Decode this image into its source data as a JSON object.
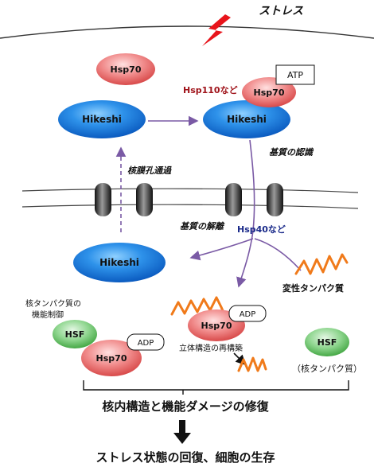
{
  "stress": {
    "label": "ストレス",
    "bolt_color": "#e8141b"
  },
  "proteins": {
    "hsp70_free": "Hsp70",
    "hsp110": "Hsp110など",
    "atp": "ATP",
    "hsp70_atp": "Hsp70",
    "hikeshi_cyto": "Hikeshi",
    "hikeshi_bound": "Hikeshi",
    "hikeshi_nuc": "Hikeshi",
    "hsp40": "Hsp40など",
    "adp_top": "ADP",
    "hsp70_adp": "Hsp70",
    "hsf_complex": "HSF",
    "adp_complex": "ADP",
    "hsp70_complex": "Hsp70",
    "hsf_free": "HSF"
  },
  "labels": {
    "substrate_recognition": "基質の認識",
    "nuclear_pore_transport": "核膜孔通過",
    "substrate_release": "基質の解離",
    "denatured_protein": "変性タンパク質",
    "nuclear_function_line1": "核タンパク質の",
    "nuclear_function_line2": "機能制御",
    "refolding": "立体構造の再構築",
    "nuclear_protein": "（核タンパク質）",
    "repair": "核内構造と機能ダメージの修復",
    "recovery": "ストレス状態の回復、細胞の生存"
  },
  "colors": {
    "hikeshi": "#1f7fe0",
    "hsp70": "#e86a6a",
    "hsf": "#5bbf5b",
    "arrow": "#7a5aa5",
    "denatured": "#f07a1a",
    "hsp110_text": "#a0141b",
    "hsp40_text": "#1a2a8a"
  }
}
